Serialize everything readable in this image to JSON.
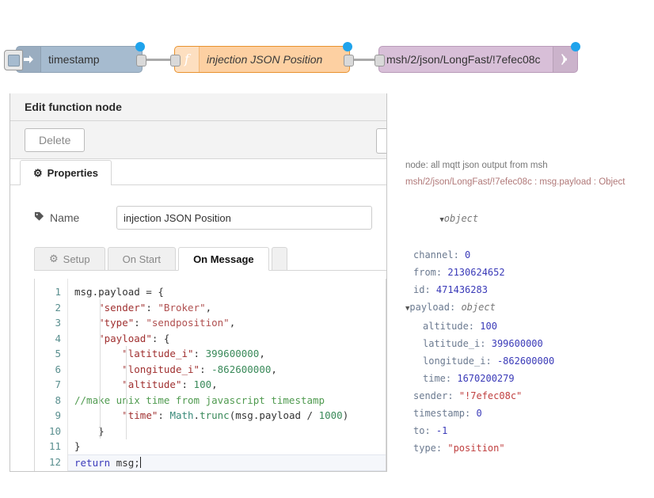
{
  "flow": {
    "nodes": [
      {
        "id": "inject",
        "label": "timestamp",
        "type": "inject",
        "icon": "arrow-right-icon",
        "color": "#a6bbcf",
        "status": "blue"
      },
      {
        "id": "function",
        "label": "injection JSON Position",
        "type": "function",
        "icon": "function-f-icon",
        "color": "#fdd0a2",
        "status": "blue"
      },
      {
        "id": "mqtt-out",
        "label": "msh/2/json/LongFast/!7efec08c",
        "type": "mqtt-out",
        "icon": "broadcast-icon",
        "color": "#d8bfd8",
        "status": "blue"
      }
    ]
  },
  "dialog": {
    "title": "Edit function node",
    "delete_label": "Delete",
    "tabs": [
      {
        "label": "Properties",
        "icon": "gear-icon",
        "active": true
      }
    ],
    "name_label": "Name",
    "name_icon": "tag-icon",
    "name_value": "injection JSON Position",
    "name_placeholder": "Name",
    "code_tabs": [
      {
        "label": "Setup",
        "icon": "gear-icon",
        "active": false
      },
      {
        "label": "On Start",
        "icon": "",
        "active": false
      },
      {
        "label": "On Message",
        "icon": "",
        "active": true
      }
    ]
  },
  "editor": {
    "line_numbers": [
      "1",
      "2",
      "3",
      "4",
      "5",
      "6",
      "7",
      "8",
      "9",
      "10",
      "11",
      "12"
    ],
    "lines": [
      {
        "n": 1,
        "text": "msg.payload = {"
      },
      {
        "n": 2,
        "text": "    \"sender\": \"Broker\","
      },
      {
        "n": 3,
        "text": "    \"type\": \"sendposition\","
      },
      {
        "n": 4,
        "text": "    \"payload\": {"
      },
      {
        "n": 5,
        "text": "        \"latitude_i\": 399600000,"
      },
      {
        "n": 6,
        "text": "        \"longitude_i\": -862600000,"
      },
      {
        "n": 7,
        "text": "        \"altitude\": 100,"
      },
      {
        "n": 8,
        "text": "//make unix time from javascript timestamp"
      },
      {
        "n": 9,
        "text": "        \"time\": Math.trunc(msg.payload / 1000)"
      },
      {
        "n": 10,
        "text": "    }"
      },
      {
        "n": 11,
        "text": "}"
      },
      {
        "n": 12,
        "text": "return msg;",
        "active": true
      }
    ]
  },
  "debug": {
    "node_line": "node: all mqtt json output from msh",
    "topic_line": "msh/2/json/LongFast/!7efec08c : msg.payload : Object",
    "root_label": "object",
    "entries": [
      {
        "key": "channel",
        "value": "0",
        "kind": "num",
        "indent": 1
      },
      {
        "key": "from",
        "value": "2130624652",
        "kind": "num",
        "indent": 1
      },
      {
        "key": "id",
        "value": "471436283",
        "kind": "num",
        "indent": 1
      },
      {
        "key": "payload",
        "value": "object",
        "kind": "obj",
        "indent": 0,
        "expander": true
      },
      {
        "key": "altitude",
        "value": "100",
        "kind": "num",
        "indent": 2
      },
      {
        "key": "latitude_i",
        "value": "399600000",
        "kind": "num",
        "indent": 2
      },
      {
        "key": "longitude_i",
        "value": "-862600000",
        "kind": "num",
        "indent": 2
      },
      {
        "key": "time",
        "value": "1670200279",
        "kind": "num",
        "indent": 2
      },
      {
        "key": "sender",
        "value": "\"!7efec08c\"",
        "kind": "str",
        "indent": 1
      },
      {
        "key": "timestamp",
        "value": "0",
        "kind": "num",
        "indent": 1
      },
      {
        "key": "to",
        "value": "-1",
        "kind": "num",
        "indent": 1
      },
      {
        "key": "type",
        "value": "\"position\"",
        "kind": "str",
        "indent": 1
      }
    ]
  },
  "colors": {
    "inject": "#a6bbcf",
    "function": "#fdd0a2",
    "mqtt": "#d8bfd8",
    "status_dot": "#1fa3ec",
    "wire": "#aaaaaa"
  }
}
